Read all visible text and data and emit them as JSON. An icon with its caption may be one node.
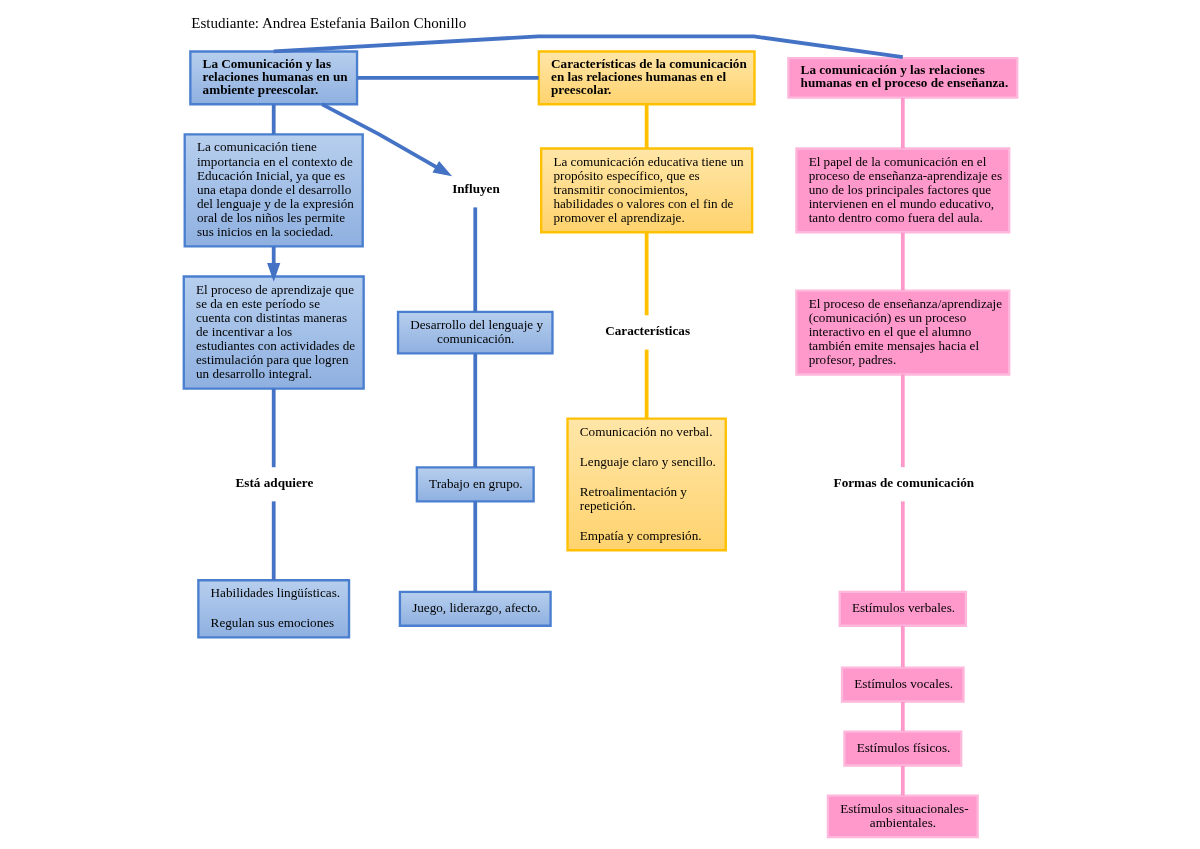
{
  "diagram": {
    "title": "Estudiante: Andrea Estefania Bailon Chonillo",
    "nodes": [
      {
        "text": [
          "La Comunicación y las relaciones humanas en un ambiente preescolar."
        ]
      },
      {
        "text": [
          "La comunicación tiene importancia en el contexto de Educación Inicial, ya que es una etapa donde el desarrollo del lenguaje y de la expresión oral de los niños les permite sus inicios en la sociedad."
        ]
      },
      {
        "text": [
          "Influyen"
        ]
      },
      {
        "text": [
          "Desarrollo del lenguaje y comunicación."
        ]
      },
      {
        "text": [
          "Trabajo en grupo."
        ]
      },
      {
        "text": [
          "Juego, liderazgo, afecto."
        ]
      },
      {
        "text": [
          "El proceso de aprendizaje que se da en este período se cuenta con distintas maneras de incentivar a los estudiantes con actividades de estimulación para que logren un desarrollo integral."
        ]
      },
      {
        "text": [
          "Está adquiere"
        ]
      },
      {
        "text": [
          "Habilidades lingüísticas.",
          "Regulan sus emociones"
        ]
      },
      {
        "text": [
          "Características de la comunicación en las relaciones humanas en el preescolar."
        ]
      },
      {
        "text": [
          "La comunicación educativa tiene un propósito específico, que es transmitir conocimientos, habilidades o valores con el fin de promover el aprendizaje."
        ]
      },
      {
        "text": [
          "Características"
        ]
      },
      {
        "text": [
          "Comunicación no verbal.",
          "Lenguaje claro y sencillo.",
          "Retroalimentación y repetición.",
          "Empatía y compresión."
        ]
      },
      {
        "text": [
          "La comunicación y las relaciones humanas en el proceso de enseñanza."
        ]
      },
      {
        "text": [
          "El papel de la comunicación en el proceso de enseñanza-aprendizaje es uno de los principales factores que intervienen en el mundo educativo, tanto dentro como fuera del aula."
        ]
      },
      {
        "text": [
          "El proceso de enseñanza/aprendizaje (comunicación) es un proceso interactivo en el que el alumno también emite mensajes hacia el profesor, padres."
        ]
      },
      {
        "text": [
          "Formas de comunicación"
        ]
      },
      {
        "text": [
          "Estímulos verbales."
        ]
      },
      {
        "text": [
          "Estímulos vocales."
        ]
      },
      {
        "text": [
          "Estímulos físicos."
        ]
      },
      {
        "text": [
          "Estímulos situacionales- ambientales."
        ]
      }
    ],
    "edges": [
      {
        "from": 0,
        "to": 9,
        "arrow": "none"
      },
      {
        "from": 0,
        "to": 13,
        "arrow": "none"
      },
      {
        "from": 0,
        "to": 1,
        "arrow": "none"
      },
      {
        "from": 0,
        "to": 2,
        "arrow": "to"
      },
      {
        "from": 2,
        "to": 3,
        "arrow": "none"
      },
      {
        "from": 3,
        "to": 4,
        "arrow": "none"
      },
      {
        "from": 4,
        "to": 5,
        "arrow": "none"
      },
      {
        "from": 1,
        "to": 6,
        "arrow": "to"
      },
      {
        "from": 6,
        "to": 7,
        "arrow": "none"
      },
      {
        "from": 7,
        "to": 8,
        "arrow": "none"
      },
      {
        "from": 9,
        "to": 10,
        "arrow": "none",
        "color": "#ffc000"
      },
      {
        "from": 10,
        "to": 11,
        "arrow": "none",
        "color": "#ffc000"
      },
      {
        "from": 11,
        "to": 12,
        "arrow": "none",
        "color": "#ffc000"
      },
      {
        "from": 13,
        "to": 14,
        "arrow": "none",
        "color": "#ff99cc"
      },
      {
        "from": 14,
        "to": 15,
        "arrow": "none",
        "color": "#ff99cc"
      },
      {
        "from": 15,
        "to": 16,
        "arrow": "none",
        "color": "#ff99cc"
      },
      {
        "from": 16,
        "to": 17,
        "arrow": "none",
        "color": "#ff99cc"
      },
      {
        "from": 17,
        "to": 18,
        "arrow": "none",
        "color": "#ff99cc"
      },
      {
        "from": 18,
        "to": 19,
        "arrow": "none",
        "color": "#ff99cc"
      },
      {
        "from": 19,
        "to": 20,
        "arrow": "none",
        "color": "#ff99cc"
      }
    ]
  }
}
